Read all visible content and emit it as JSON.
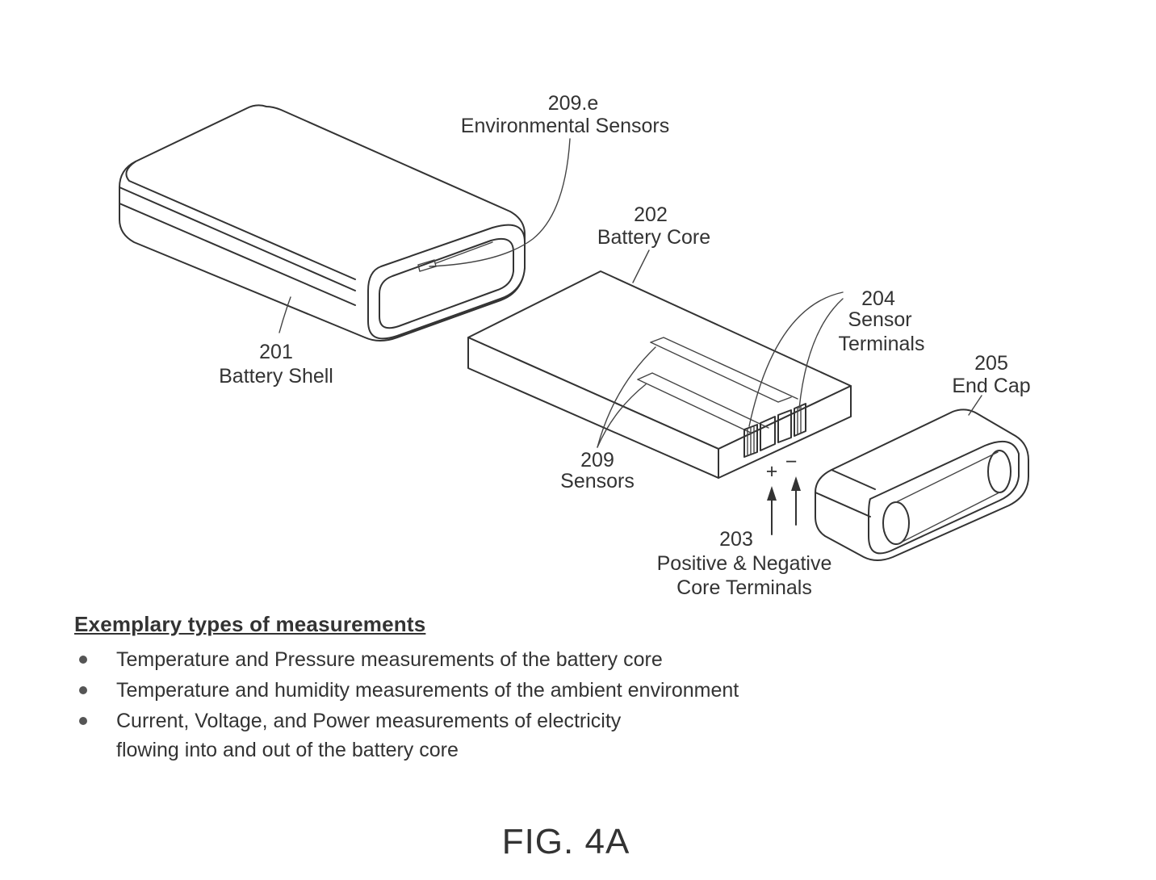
{
  "labels": {
    "env_sensors_num": "209.e",
    "env_sensors_text": "Environmental Sensors",
    "core_num": "202",
    "core_text": "Battery Core",
    "sensor_terminals_num": "204",
    "sensor_terminals_text1": "Sensor",
    "sensor_terminals_text2": "Terminals",
    "shell_num": "201",
    "shell_text": "Battery Shell",
    "end_cap_num": "205",
    "end_cap_text": "End Cap",
    "sensors_num": "209",
    "sensors_text": "Sensors",
    "plus": "+",
    "minus": "−",
    "core_terminals_num": "203",
    "core_terminals_text1": "Positive & Negative",
    "core_terminals_text2": "Core Terminals"
  },
  "measurements": {
    "heading": "Exemplary types of measurements",
    "items": [
      "Temperature and Pressure measurements of the battery core",
      "Temperature and humidity measurements of the ambient environment",
      "Current, Voltage, and Power measurements of electricity\nflowing into and out of the battery core"
    ]
  },
  "caption": "FIG. 4A"
}
